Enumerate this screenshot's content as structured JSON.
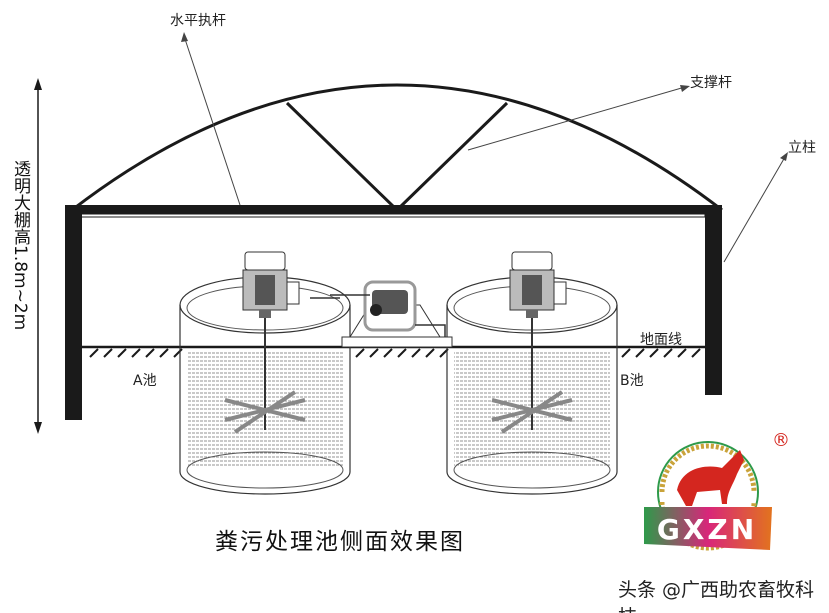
{
  "labels": {
    "horizontal_bar": "水平执杆",
    "support_bar": "支撑杆",
    "column": "立柱",
    "ground_line": "地面线",
    "pool_a": "A池",
    "pool_b": "B池",
    "height_note": "透明大棚高1.8m~2m"
  },
  "caption": "粪污处理池侧面效果图",
  "logo": {
    "text": "GXZN",
    "registered": "®"
  },
  "watermark": "头条 @广西助农畜牧科技",
  "colors": {
    "structure": "#1a1a1a",
    "logo_red": "#d4261f",
    "logo_green": "#2e9a4a",
    "logo_orange": "#e2731e"
  }
}
